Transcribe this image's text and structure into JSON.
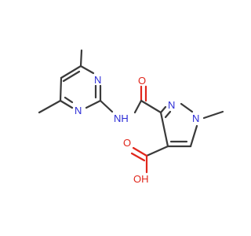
{
  "molecule": {
    "atoms": {
      "pyrimidine_n_top": "N",
      "pyrimidine_n_bottom": "N",
      "amide_nh": "NH",
      "amide_o": "O",
      "pyrazole_n2": "N",
      "pyrazole_n1": "N",
      "acid_o": "O",
      "acid_oh": "OH"
    },
    "colors": {
      "bond": "#3a3a3a",
      "nitrogen": "#2b2bd6",
      "oxygen": "#e0261b",
      "background": "#ffffff"
    }
  }
}
